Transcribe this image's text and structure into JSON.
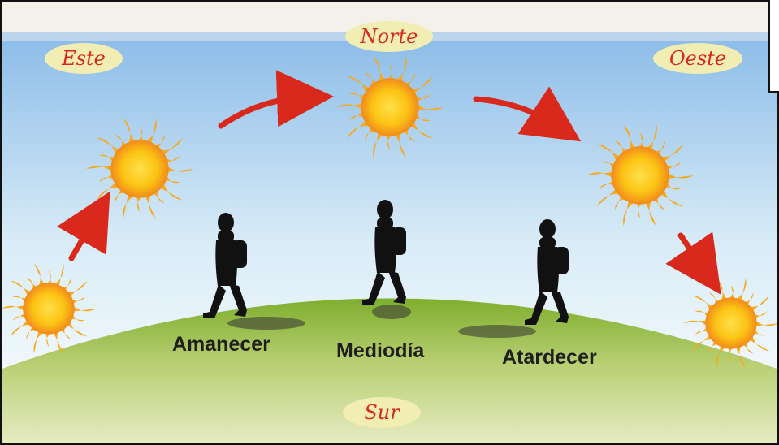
{
  "directions": {
    "east": "Este",
    "north": "Norte",
    "west": "Oeste",
    "south": "Sur"
  },
  "times": {
    "sunrise": "Amanecer",
    "midday": "Mediodía",
    "sunset": "Atardecer"
  },
  "colors": {
    "sky_top": "#7fb4e6",
    "sky_bottom": "#ffffff",
    "ground_top": "#7fae2e",
    "ground_bottom": "#dfe7b6",
    "arrow": "#d8291c",
    "sun_core": "#fbc414",
    "sun_edge": "#f28a1b",
    "label_bg": "#f2edb3",
    "label_text": "#d8291c"
  }
}
